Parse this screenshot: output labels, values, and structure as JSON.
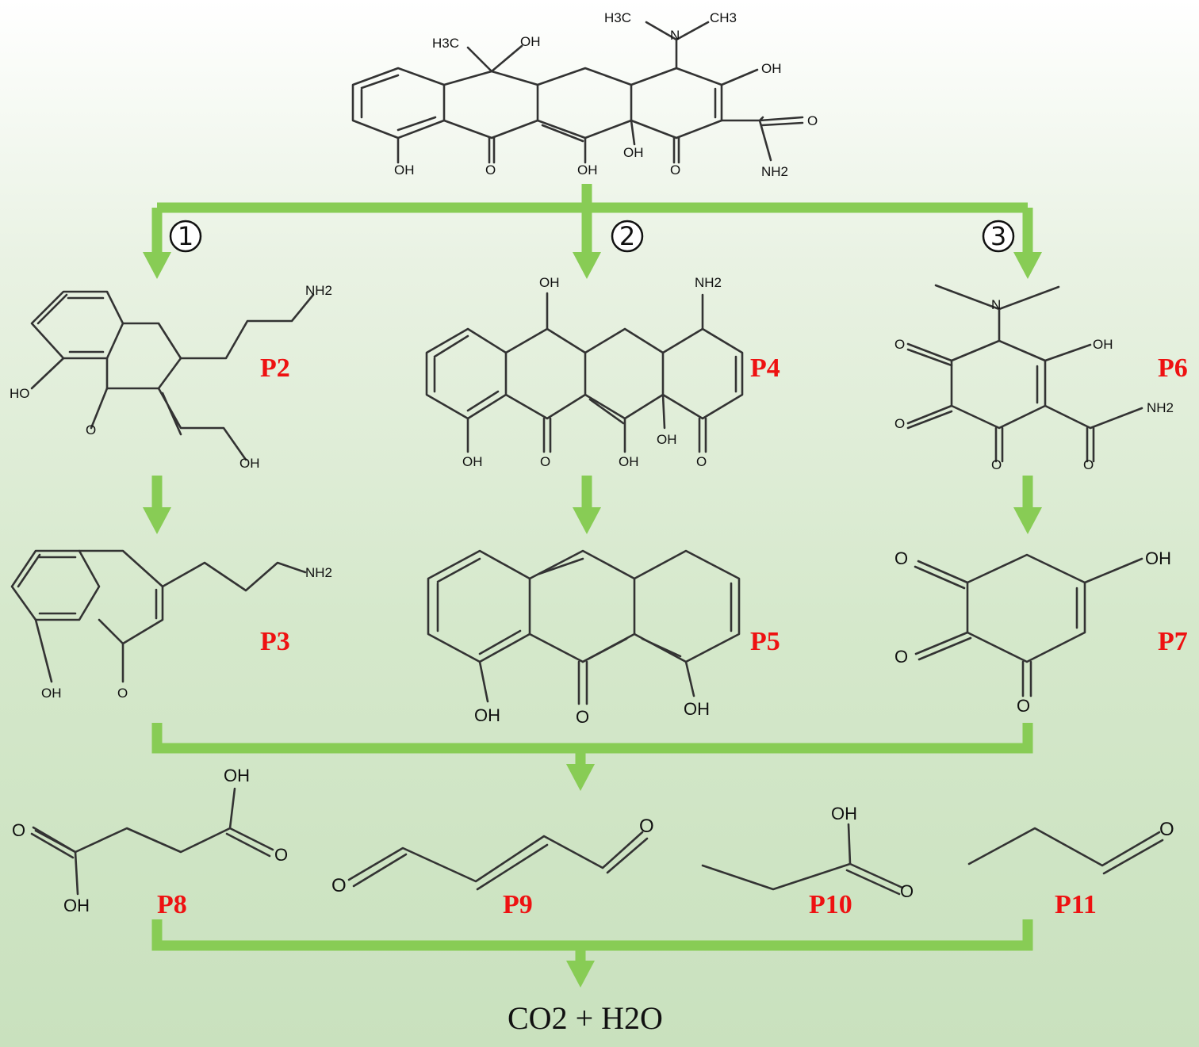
{
  "pathways": [
    "1",
    "2",
    "3"
  ],
  "products": [
    "P2",
    "P3",
    "P4",
    "P5",
    "P6",
    "P7",
    "P8",
    "P9",
    "P10",
    "P11"
  ],
  "final_product": "CO2 + H2O",
  "atoms": {
    "h3c": "H3C",
    "ch3": "CH3",
    "n": "N",
    "oh": "OH",
    "nh2": "NH2",
    "o": "O",
    "h2o": "H2O",
    "co2": "CO2"
  },
  "colors": {
    "arrow": "#88cc55",
    "label": "#ee1111",
    "bond": "#333333"
  }
}
